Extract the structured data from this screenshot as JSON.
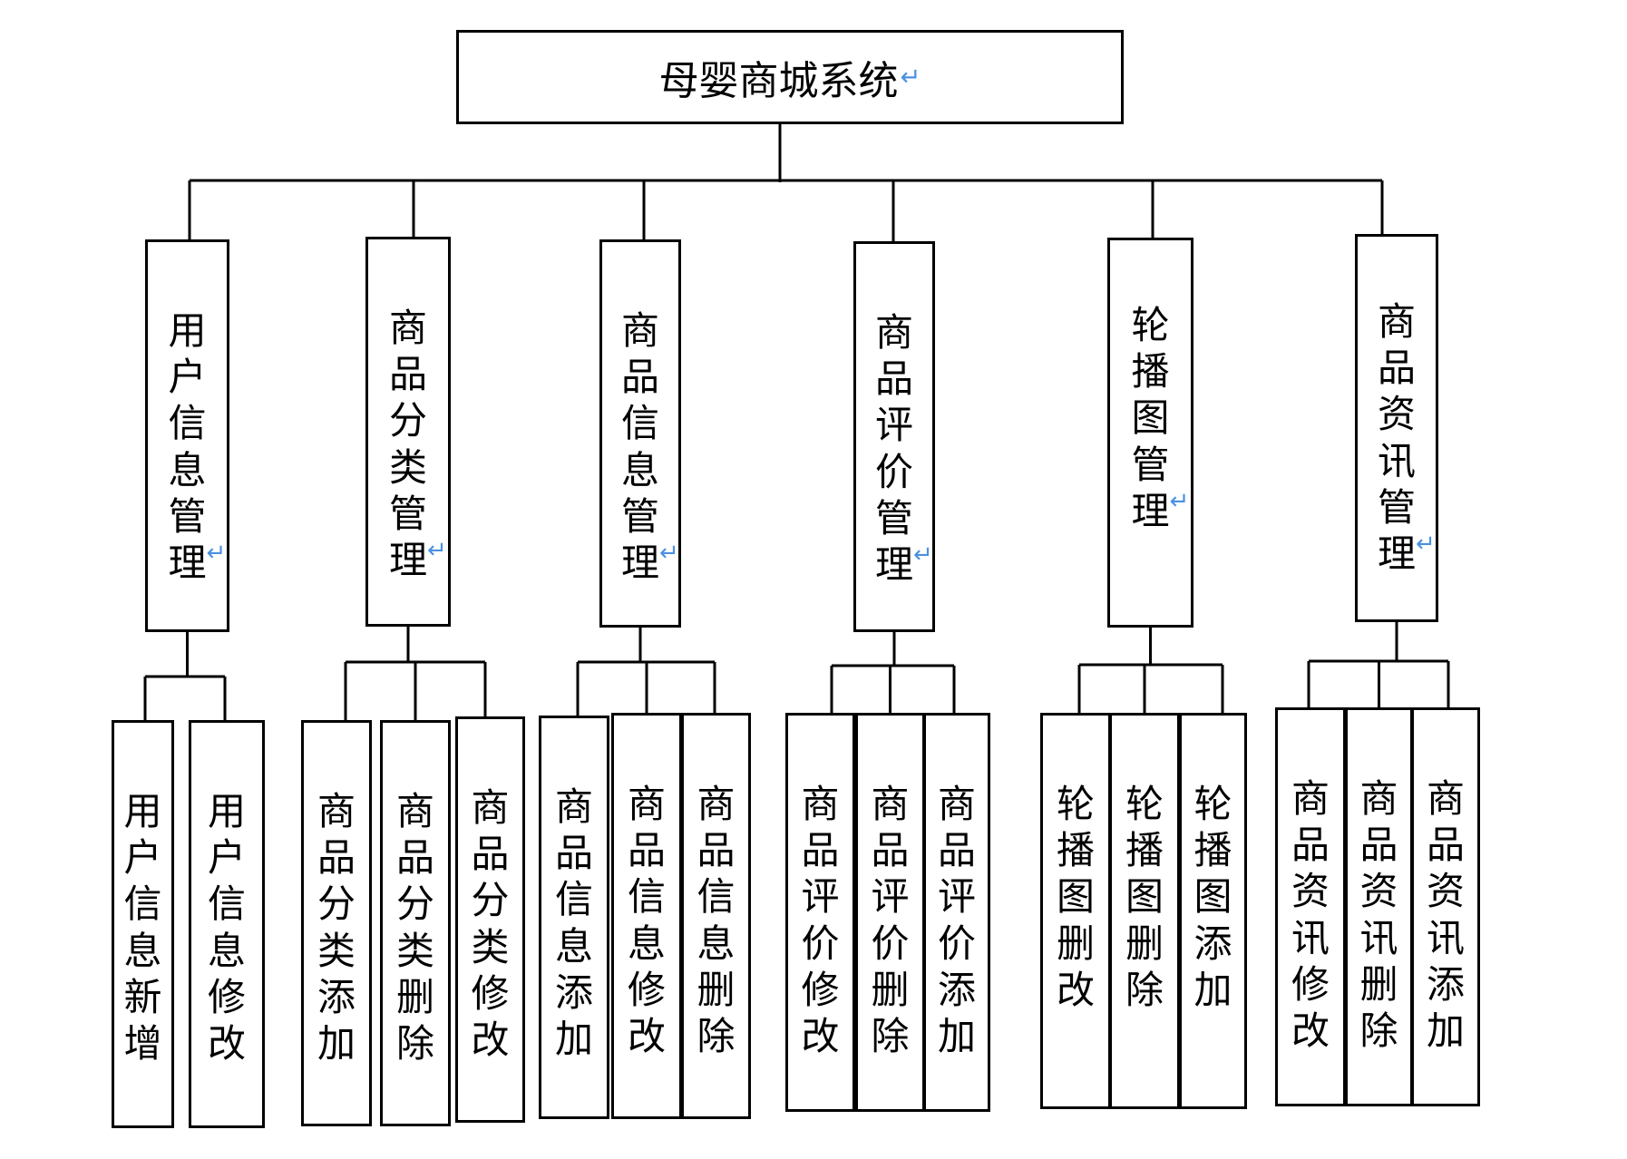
{
  "diagram": {
    "root": {
      "label": "母婴商城系统",
      "mark": "↵"
    },
    "modules": [
      {
        "label": "用户信息管理",
        "mark": "↵",
        "children": [
          "用户信息新增",
          "用户信息修改"
        ]
      },
      {
        "label": "商品分类管理",
        "mark": "↵",
        "children": [
          "商品分类添加",
          "商品分类删除",
          "商品分类修改"
        ]
      },
      {
        "label": "商品信息管理",
        "mark": "↵",
        "children": [
          "商品信息添加",
          "商品信息修改",
          "商品信息删除"
        ]
      },
      {
        "label": "商品评价管理",
        "mark": "↵",
        "children": [
          "商品评价修改",
          "商品评价删除",
          "商品评价添加"
        ]
      },
      {
        "label": "轮播图管理",
        "mark": "↵",
        "children": [
          "轮播图删改",
          "轮播图删除",
          "轮播图添加"
        ]
      },
      {
        "label": "商品资讯管理",
        "mark": "↵",
        "children": [
          "商品资讯修改",
          "商品资讯删除",
          "商品资讯添加"
        ]
      }
    ],
    "colors": {
      "line": "#000000",
      "text": "#000000",
      "return_mark": "#4a90e2"
    }
  }
}
